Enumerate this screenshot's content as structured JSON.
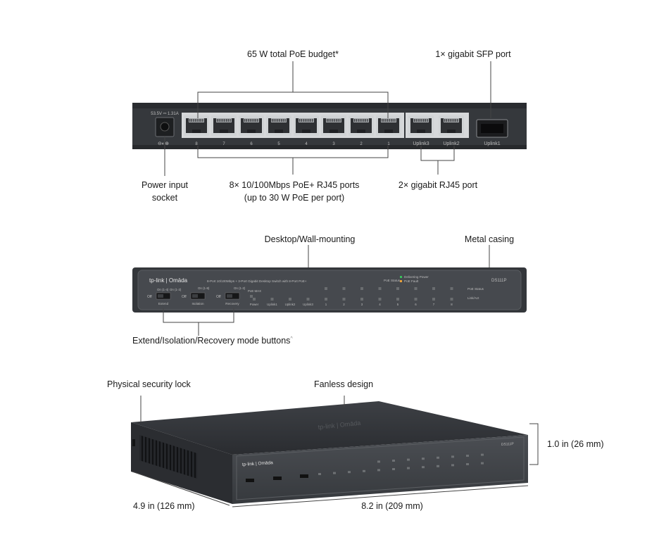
{
  "rear_view": {
    "callouts": {
      "poe_budget": "65 W total PoE budget*",
      "sfp_port": "1× gigabit SFP port",
      "power_socket_line1": "Power input",
      "power_socket_line2": "socket",
      "poe_ports_line1": "8× 10/100Mbps PoE+ RJ45 ports",
      "poe_ports_line2": "(up to 30 W PoE per port)",
      "rj45_uplinks": "2× gigabit RJ45 port"
    },
    "power_rating": "53.5V ⎓ 1.31A",
    "port_numbers": [
      "8",
      "7",
      "6",
      "5",
      "4",
      "3",
      "2",
      "1"
    ],
    "uplink_labels": [
      "Uplink3",
      "Uplink2",
      "Uplink1"
    ]
  },
  "front_view": {
    "callouts": {
      "mounting": "Desktop/Wall-mounting",
      "casing": "Metal casing",
      "mode_buttons": "Extend/Isolation/Recovery mode buttons",
      "mode_buttons_mark": "^"
    },
    "brand": "tp-link | Omāda",
    "description": "8-Port 10/100Mbps + 3-Port Gigabit Desktop Switch with 8-Port PoE+",
    "model": "DS111P",
    "poe_status_label": "PoE Status",
    "legend_delivering": "Delivering Power",
    "legend_fault": "PoE Fault",
    "right_labels": [
      "PoE Status",
      "Link/Act"
    ],
    "switch_labels": [
      "Extend",
      "Isolation",
      "Recovery"
    ],
    "switch_state_labels": [
      "On (1-4)",
      "On (1-2)",
      "On (1-8)",
      "On (1-2)"
    ],
    "off_label": "Off",
    "poe_max_label": "PoE MAX",
    "led_labels": [
      "Power",
      "Uplink1",
      "Uplink2",
      "Uplink3",
      "1",
      "2",
      "3",
      "4",
      "5",
      "6",
      "7",
      "8"
    ]
  },
  "perspective_view": {
    "callouts": {
      "security_lock": "Physical security lock",
      "fanless": "Fanless design",
      "height": "1.0 in (26 mm)",
      "depth": "4.9 in (126 mm)",
      "width": "8.2 in (209 mm)"
    },
    "top_logo": "tp-link | Omāda"
  },
  "colors": {
    "chassis_dark": "#2f3134",
    "chassis_mid": "#3b3e42",
    "panel": "#4a4d52",
    "port_face": "#cfd2d4",
    "leader_line": "#444444",
    "label_text": "#1a1a1a"
  }
}
